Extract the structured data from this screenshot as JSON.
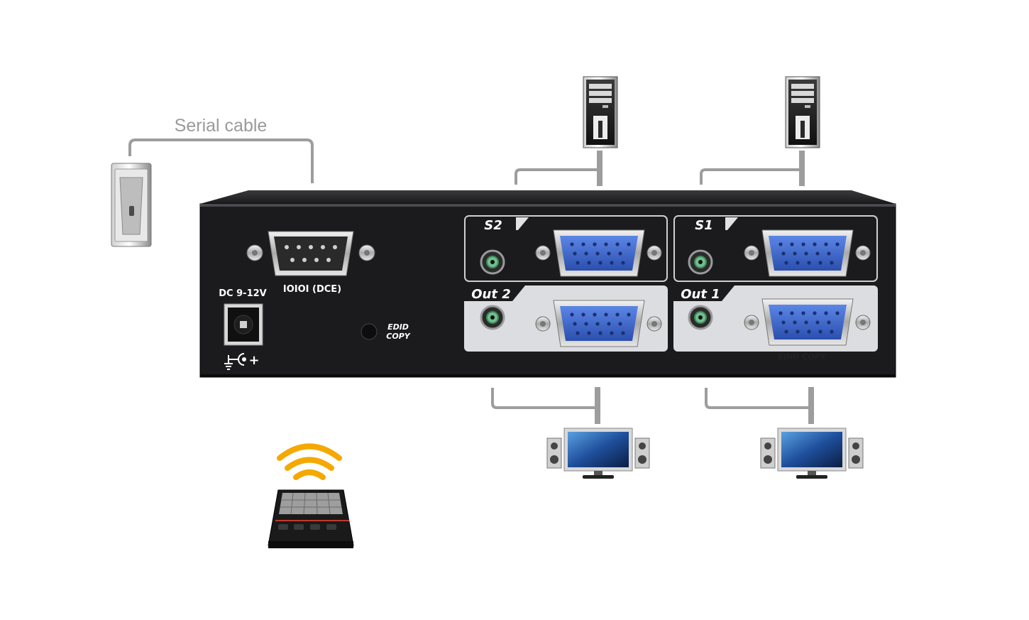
{
  "labels": {
    "serial_cable": "Serial cable",
    "dc_power": "DC 9-12V",
    "rs232": "IOIOI (DCE)",
    "edid_copy_button": [
      "EDID",
      "COPY"
    ],
    "edid_copy_out1": "EDID COPY",
    "polarity": "+"
  },
  "ports": {
    "s2": "S2",
    "s1": "S1",
    "out2": "Out 2",
    "out1": "Out 1"
  },
  "colors": {
    "chassis": "#1b1b1e",
    "connector_blue": "#3a63c9",
    "panel_light": "#dcdde0",
    "cable_gray": "#9d9d9d",
    "wireless_orange": "#f5a800"
  },
  "icons": {
    "computers": [
      "computer-tower-icon",
      "computer-tower-icon",
      "computer-tower-icon"
    ],
    "monitors": [
      "monitor-with-speakers-icon",
      "monitor-with-speakers-icon"
    ],
    "remote": "ir-remote-control-icon",
    "wireless": "wireless-signal-icon"
  }
}
